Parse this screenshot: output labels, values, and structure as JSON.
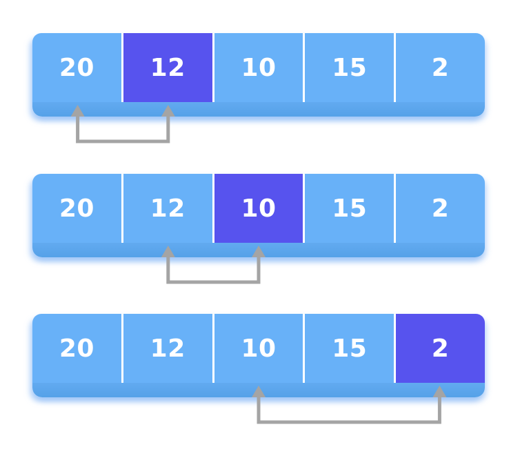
{
  "diagram": {
    "colors": {
      "background": "#ffffff",
      "cell": "#68b1f8",
      "cell_highlight": "#5753ee",
      "base_strip": "#55a1e8",
      "base_strip_top": "#62aaf0",
      "divider": "#ffffff",
      "value_text": "#ffffff",
      "arrow": "#a4a4a4"
    },
    "rows": [
      {
        "cells": [
          "20",
          "12",
          "10",
          "15",
          "2"
        ],
        "highlight_index": 1,
        "arrow": {
          "from_index": 0,
          "to_index": 1
        }
      },
      {
        "cells": [
          "20",
          "12",
          "10",
          "15",
          "2"
        ],
        "highlight_index": 2,
        "arrow": {
          "from_index": 1,
          "to_index": 2
        }
      },
      {
        "cells": [
          "20",
          "12",
          "10",
          "15",
          "2"
        ],
        "highlight_index": 4,
        "arrow": {
          "from_index": 2,
          "to_index": 4
        }
      }
    ]
  }
}
